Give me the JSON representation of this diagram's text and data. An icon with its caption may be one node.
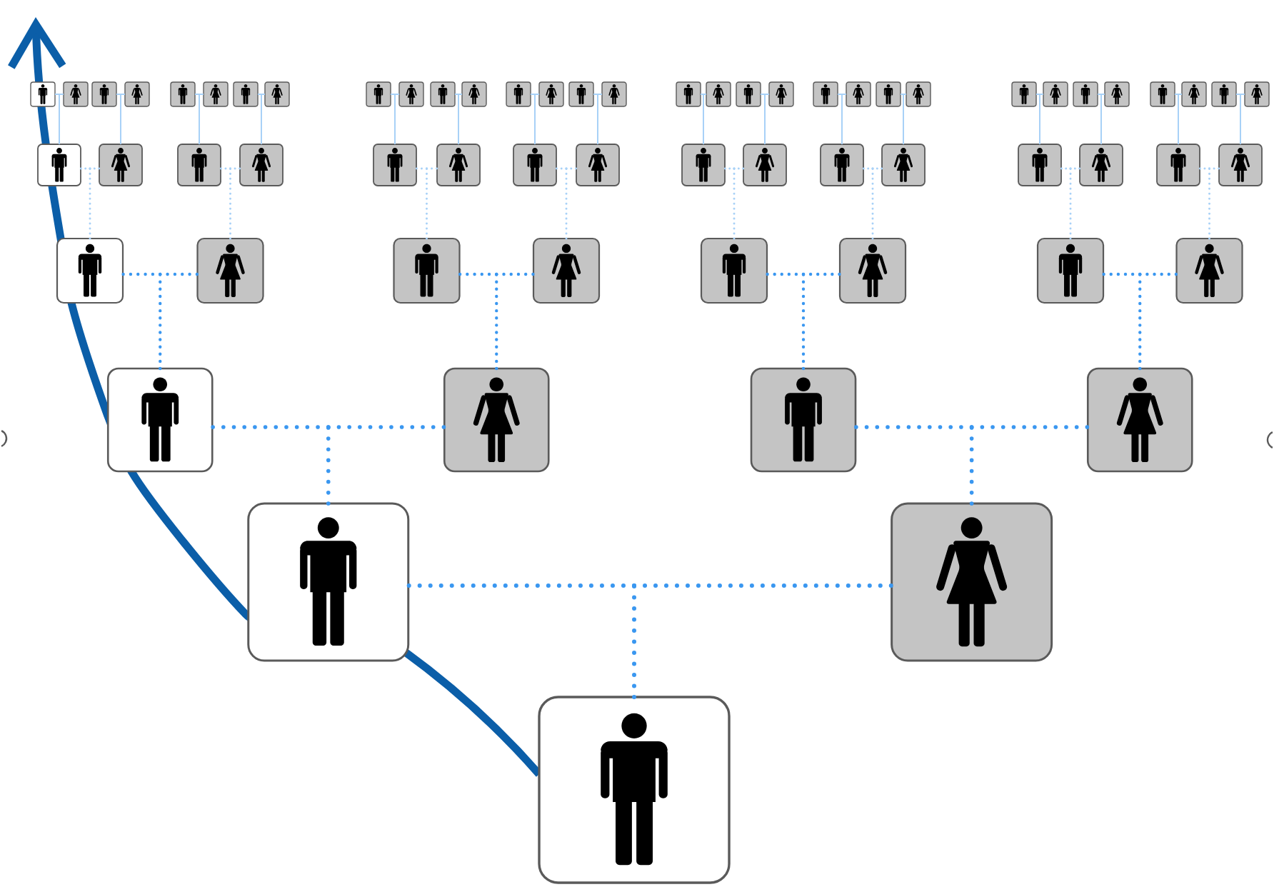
{
  "diagram": {
    "nodes": [
      {
        "text": [],
        "shape": "man"
      },
      {
        "text": [],
        "shape": "woman"
      },
      {
        "text": [],
        "shape": "man"
      },
      {
        "text": [],
        "shape": "woman"
      },
      {
        "text": [],
        "shape": "man"
      },
      {
        "text": [],
        "shape": "woman"
      },
      {
        "text": [],
        "shape": "man"
      },
      {
        "text": [],
        "shape": "woman"
      },
      {
        "text": [],
        "shape": "man"
      },
      {
        "text": [],
        "shape": "woman"
      },
      {
        "text": [],
        "shape": "man"
      },
      {
        "text": [],
        "shape": "woman"
      },
      {
        "text": [],
        "shape": "man"
      },
      {
        "text": [],
        "shape": "woman"
      },
      {
        "text": [],
        "shape": "man"
      },
      {
        "text": [],
        "shape": "woman"
      },
      {
        "text": [],
        "shape": "man"
      },
      {
        "text": [],
        "shape": "woman"
      },
      {
        "text": [],
        "shape": "man"
      },
      {
        "text": [],
        "shape": "woman"
      },
      {
        "text": [],
        "shape": "man"
      },
      {
        "text": [],
        "shape": "woman"
      },
      {
        "text": [],
        "shape": "man"
      },
      {
        "text": [],
        "shape": "woman"
      },
      {
        "text": [],
        "shape": "man"
      },
      {
        "text": [],
        "shape": "woman"
      },
      {
        "text": [],
        "shape": "man"
      },
      {
        "text": [],
        "shape": "woman"
      },
      {
        "text": [],
        "shape": "man"
      },
      {
        "text": [],
        "shape": "woman"
      },
      {
        "text": [],
        "shape": "man"
      },
      {
        "text": [],
        "shape": "woman"
      },
      {
        "text": [],
        "shape": "man"
      },
      {
        "text": [],
        "shape": "woman"
      },
      {
        "text": [],
        "shape": "man"
      },
      {
        "text": [],
        "shape": "woman"
      },
      {
        "text": [],
        "shape": "man"
      },
      {
        "text": [],
        "shape": "woman"
      },
      {
        "text": [],
        "shape": "man"
      },
      {
        "text": [],
        "shape": "woman"
      },
      {
        "text": [],
        "shape": "man"
      },
      {
        "text": [],
        "shape": "woman"
      },
      {
        "text": [],
        "shape": "man"
      },
      {
        "text": [],
        "shape": "woman"
      },
      {
        "text": [],
        "shape": "man"
      },
      {
        "text": [],
        "shape": "woman"
      },
      {
        "text": [],
        "shape": "man"
      },
      {
        "text": [],
        "shape": "woman"
      },
      {
        "text": [],
        "shape": "man"
      },
      {
        "text": [],
        "shape": "woman"
      },
      {
        "text": [],
        "shape": "man"
      },
      {
        "text": [],
        "shape": "woman"
      },
      {
        "text": [],
        "shape": "man"
      },
      {
        "text": [],
        "shape": "woman"
      },
      {
        "text": [],
        "shape": "man"
      },
      {
        "text": [],
        "shape": "woman"
      },
      {
        "text": [],
        "shape": "man"
      },
      {
        "text": [],
        "shape": "woman"
      },
      {
        "text": [],
        "shape": "man"
      },
      {
        "text": [],
        "shape": "woman"
      },
      {
        "text": [],
        "shape": "man"
      },
      {
        "text": [],
        "shape": "woman"
      },
      {
        "text": [],
        "shape": "man"
      }
    ],
    "edges": [
      {
        "from": 32,
        "to": 0,
        "arrow": "none"
      },
      {
        "from": 32,
        "to": 1,
        "arrow": "none"
      },
      {
        "from": 33,
        "to": 2,
        "arrow": "none"
      },
      {
        "from": 33,
        "to": 3,
        "arrow": "none"
      },
      {
        "from": 34,
        "to": 4,
        "arrow": "none"
      },
      {
        "from": 34,
        "to": 5,
        "arrow": "none"
      },
      {
        "from": 35,
        "to": 6,
        "arrow": "none"
      },
      {
        "from": 35,
        "to": 7,
        "arrow": "none"
      },
      {
        "from": 36,
        "to": 8,
        "arrow": "none"
      },
      {
        "from": 36,
        "to": 9,
        "arrow": "none"
      },
      {
        "from": 37,
        "to": 10,
        "arrow": "none"
      },
      {
        "from": 37,
        "to": 11,
        "arrow": "none"
      },
      {
        "from": 38,
        "to": 12,
        "arrow": "none"
      },
      {
        "from": 38,
        "to": 13,
        "arrow": "none"
      },
      {
        "from": 39,
        "to": 14,
        "arrow": "none"
      },
      {
        "from": 39,
        "to": 15,
        "arrow": "none"
      },
      {
        "from": 40,
        "to": 16,
        "arrow": "none"
      },
      {
        "from": 40,
        "to": 17,
        "arrow": "none"
      },
      {
        "from": 41,
        "to": 18,
        "arrow": "none"
      },
      {
        "from": 41,
        "to": 19,
        "arrow": "none"
      },
      {
        "from": 42,
        "to": 20,
        "arrow": "none"
      },
      {
        "from": 42,
        "to": 21,
        "arrow": "none"
      },
      {
        "from": 43,
        "to": 22,
        "arrow": "none"
      },
      {
        "from": 43,
        "to": 23,
        "arrow": "none"
      },
      {
        "from": 44,
        "to": 24,
        "arrow": "none"
      },
      {
        "from": 44,
        "to": 25,
        "arrow": "none"
      },
      {
        "from": 45,
        "to": 26,
        "arrow": "none"
      },
      {
        "from": 45,
        "to": 27,
        "arrow": "none"
      },
      {
        "from": 46,
        "to": 28,
        "arrow": "none"
      },
      {
        "from": 46,
        "to": 29,
        "arrow": "none"
      },
      {
        "from": 47,
        "to": 30,
        "arrow": "none"
      },
      {
        "from": 47,
        "to": 31,
        "arrow": "none"
      },
      {
        "from": 48,
        "to": 32,
        "arrow": "none",
        "style": "dashed"
      },
      {
        "from": 48,
        "to": 33,
        "arrow": "none",
        "style": "dashed"
      },
      {
        "from": 49,
        "to": 34,
        "arrow": "none",
        "style": "dashed"
      },
      {
        "from": 49,
        "to": 35,
        "arrow": "none",
        "style": "dashed"
      },
      {
        "from": 50,
        "to": 36,
        "arrow": "none",
        "style": "dashed"
      },
      {
        "from": 50,
        "to": 37,
        "arrow": "none",
        "style": "dashed"
      },
      {
        "from": 51,
        "to": 38,
        "arrow": "none",
        "style": "dashed"
      },
      {
        "from": 51,
        "to": 39,
        "arrow": "none",
        "style": "dashed"
      },
      {
        "from": 52,
        "to": 40,
        "arrow": "none",
        "style": "dashed"
      },
      {
        "from": 52,
        "to": 41,
        "arrow": "none",
        "style": "dashed"
      },
      {
        "from": 53,
        "to": 42,
        "arrow": "none",
        "style": "dashed"
      },
      {
        "from": 53,
        "to": 43,
        "arrow": "none",
        "style": "dashed"
      },
      {
        "from": 54,
        "to": 44,
        "arrow": "none",
        "style": "dashed"
      },
      {
        "from": 54,
        "to": 45,
        "arrow": "none",
        "style": "dashed"
      },
      {
        "from": 55,
        "to": 46,
        "arrow": "none",
        "style": "dashed"
      },
      {
        "from": 55,
        "to": 47,
        "arrow": "none",
        "style": "dashed"
      },
      {
        "from": 56,
        "to": 48,
        "arrow": "none",
        "style": "dashed",
        "color": "#3a97f0"
      },
      {
        "from": 56,
        "to": 49,
        "arrow": "none",
        "style": "dashed",
        "color": "#3a97f0"
      },
      {
        "from": 57,
        "to": 50,
        "arrow": "none",
        "style": "dashed",
        "color": "#3a97f0"
      },
      {
        "from": 57,
        "to": 51,
        "arrow": "none",
        "style": "dashed",
        "color": "#3a97f0"
      },
      {
        "from": 58,
        "to": 52,
        "arrow": "none",
        "style": "dashed",
        "color": "#3a97f0"
      },
      {
        "from": 58,
        "to": 53,
        "arrow": "none",
        "style": "dashed",
        "color": "#3a97f0"
      },
      {
        "from": 59,
        "to": 54,
        "arrow": "none",
        "style": "dashed",
        "color": "#3a97f0"
      },
      {
        "from": 59,
        "to": 55,
        "arrow": "none",
        "style": "dashed",
        "color": "#3a97f0"
      },
      {
        "from": 60,
        "to": 56,
        "arrow": "none",
        "style": "dashed",
        "color": "#3a97f0"
      },
      {
        "from": 60,
        "to": 57,
        "arrow": "none",
        "style": "dashed",
        "color": "#3a97f0"
      },
      {
        "from": 61,
        "to": 58,
        "arrow": "none",
        "style": "dashed",
        "color": "#3a97f0"
      },
      {
        "from": 61,
        "to": 59,
        "arrow": "none",
        "style": "dashed",
        "color": "#3a97f0"
      },
      {
        "from": 62,
        "to": 60,
        "arrow": "none",
        "style": "dashed",
        "color": "#3a97f0"
      },
      {
        "from": 62,
        "to": 61,
        "arrow": "none",
        "style": "dashed",
        "color": "#3a97f0"
      }
    ]
  }
}
